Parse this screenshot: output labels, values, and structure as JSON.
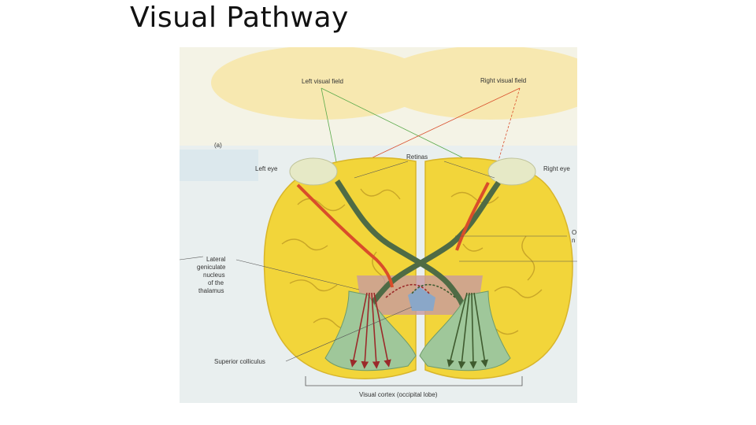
{
  "slide": {
    "title": "Visual Pathway"
  },
  "figure": {
    "panel_label": "(a)",
    "left_visual_field": "Left visual field",
    "right_visual_field": "Right visual field",
    "retinas": "Retinas",
    "left_eye": "Left eye",
    "right_eye": "Right eye",
    "lgn_line1": "Lateral",
    "lgn_line2": "geniculate",
    "lgn_line3": "nucleus",
    "lgn_line4": "of the",
    "lgn_line5": "thalamus",
    "superior_colliculus": "Superior colliculus",
    "visual_cortex": "Visual cortex (occipital lobe)",
    "cut_label_1": "O",
    "cut_label_2": "n"
  },
  "colors": {
    "brain": "#f2d53a",
    "visual_field": "#f7e8b0",
    "nerve_green": "#4f6b45",
    "nerve_red": "#d94d2a",
    "cortex": "#9fc79a",
    "thalamus": "#c79aa0",
    "page_bg": "#e9efef"
  }
}
